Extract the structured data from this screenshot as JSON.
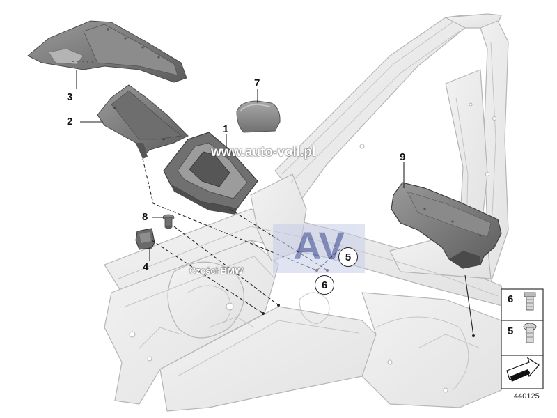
{
  "watermark": {
    "url": "www.auto-voll.pl",
    "shop": "Części BMW",
    "logo_letters": "AV"
  },
  "callouts": {
    "c1": "1",
    "c2": "2",
    "c3": "3",
    "c4": "4",
    "c5": "5",
    "c6": "6",
    "c7": "7",
    "c8": "8",
    "c9": "9"
  },
  "legend": {
    "item_6": "6",
    "item_5": "5"
  },
  "diagram_id": "440125",
  "colors": {
    "frame_fill": "#eeeeee",
    "frame_stroke": "#b8b8b8",
    "part_fill": "#7d7d7d",
    "part_dark": "#4a4a4a",
    "line_color": "#222222"
  }
}
